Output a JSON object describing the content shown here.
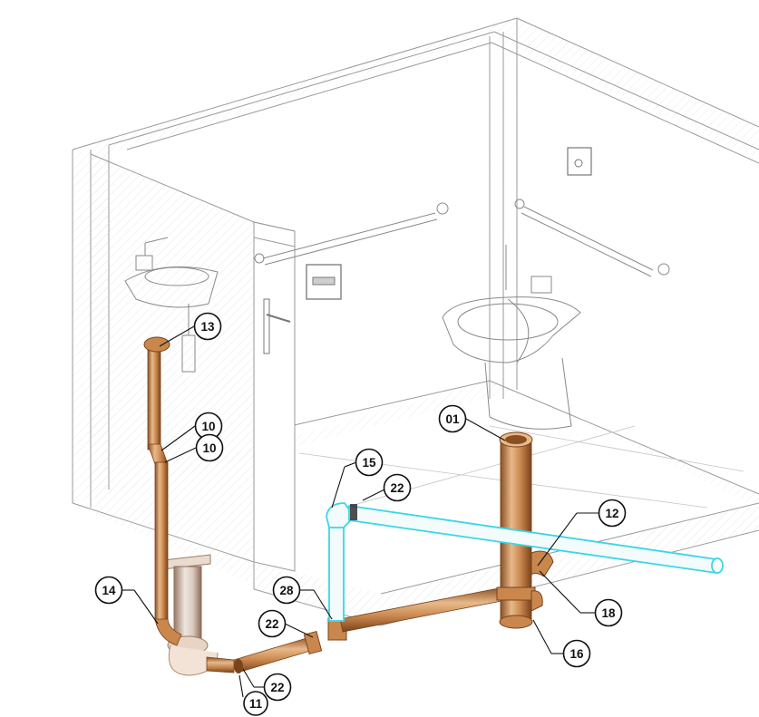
{
  "colors": {
    "pipe_copper": "#c9874e",
    "pipe_copper_dark": "#8a4f22",
    "pipe_copper_light": "#e8b98b",
    "pipe_cyan": "#39d7e6",
    "pipe_cyan_fill": "#f3fbfc",
    "wall": "#9a9a9a",
    "hatch": "#d9d9d9",
    "callout": "#111111"
  },
  "callouts": [
    {
      "id": "13",
      "label": "13"
    },
    {
      "id": "10a",
      "label": "10"
    },
    {
      "id": "10b",
      "label": "10"
    },
    {
      "id": "01",
      "label": "01"
    },
    {
      "id": "15",
      "label": "15"
    },
    {
      "id": "22a",
      "label": "22"
    },
    {
      "id": "12",
      "label": "12"
    },
    {
      "id": "14",
      "label": "14"
    },
    {
      "id": "28",
      "label": "28"
    },
    {
      "id": "22b",
      "label": "22"
    },
    {
      "id": "18",
      "label": "18"
    },
    {
      "id": "16",
      "label": "16"
    },
    {
      "id": "22c",
      "label": "22"
    },
    {
      "id": "11",
      "label": "11"
    }
  ]
}
